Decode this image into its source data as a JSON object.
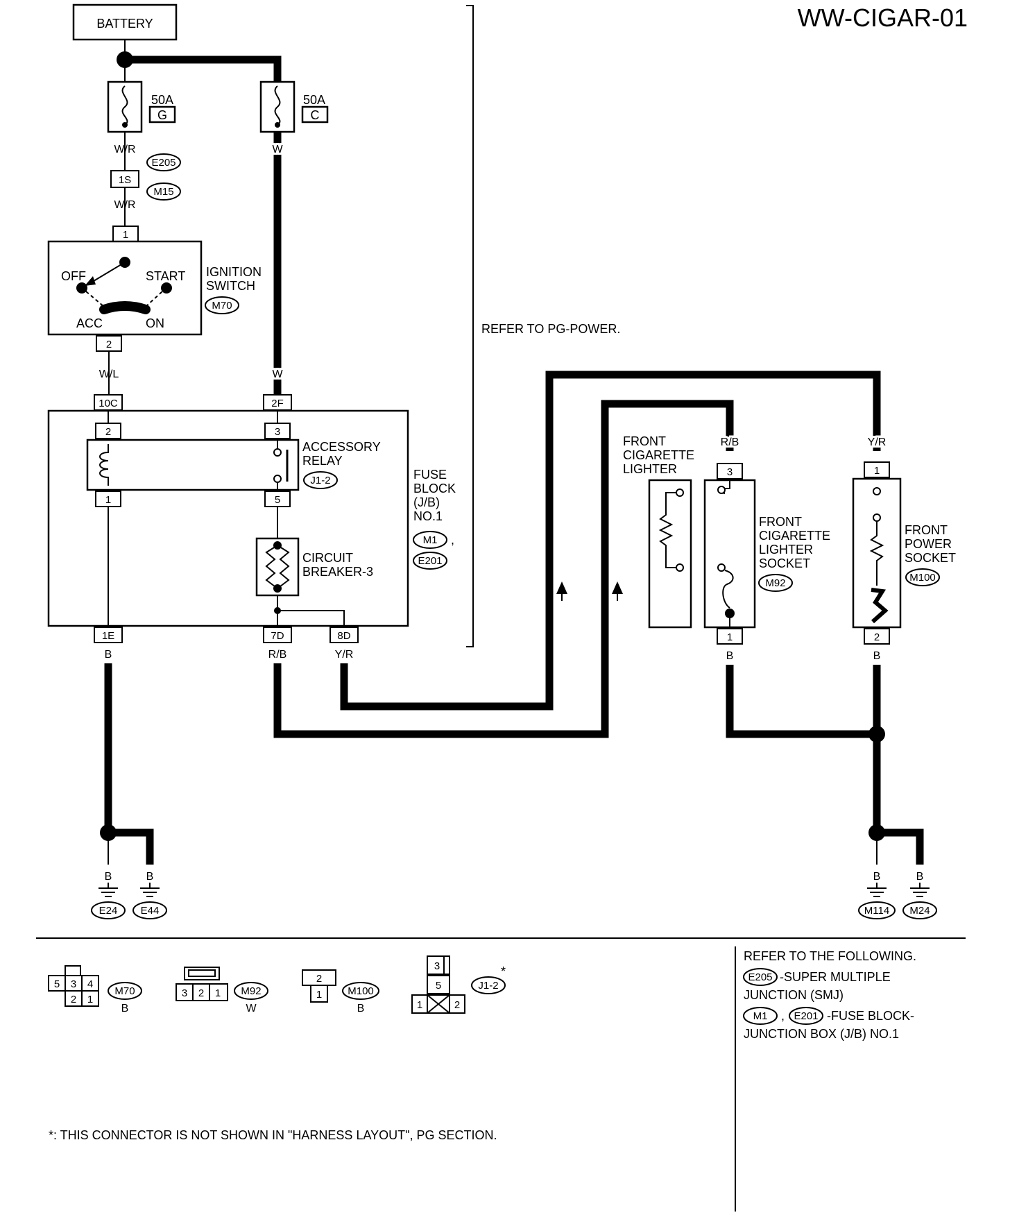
{
  "title": "WW-CIGAR-01",
  "battery": "BATTERY",
  "fuses": [
    {
      "rating": "50A",
      "letter": "G"
    },
    {
      "rating": "50A",
      "letter": "C"
    }
  ],
  "wires": {
    "wr_top": "W/R",
    "wr_bottom": "W/R",
    "w_top": "W",
    "w_mid": "W",
    "wl": "W/L",
    "b_left": "B",
    "rb": "R/B",
    "yr": "Y/R",
    "rb_top": "R/B",
    "yr_top": "Y/R",
    "b_socket": "B",
    "b_power": "B",
    "b_e24": "B",
    "b_e44": "B",
    "b_m114": "B",
    "b_m24": "B"
  },
  "connectors": {
    "c1s": "1S",
    "e205": "E205",
    "m15": "M15",
    "ign_pin1": "1",
    "ign_pin2": "2",
    "c10c": "10C",
    "c2f": "2F",
    "relay_pin2": "2",
    "relay_pin3": "3",
    "relay_pin1": "1",
    "relay_pin5": "5",
    "c1e": "1E",
    "c7d": "7D",
    "c8d": "8D",
    "sock_pin3": "3",
    "sock_pin1": "1",
    "pow_pin1": "1",
    "pow_pin2": "2"
  },
  "ignition": {
    "off": "OFF",
    "start": "START",
    "acc": "ACC",
    "on": "ON",
    "label_1": "IGNITION",
    "label_2": "SWITCH",
    "id": "M70"
  },
  "relay": {
    "label_1": "ACCESSORY",
    "label_2": "RELAY",
    "id": "J1-2"
  },
  "breaker": {
    "label_1": "CIRCUIT",
    "label_2": "BREAKER-3"
  },
  "fuse_block": {
    "line1": "FUSE",
    "line2": "BLOCK",
    "line3": "(J/B)",
    "line4": "NO.1",
    "id1": "M1",
    "sep": ",",
    "id2": "E201"
  },
  "refer_pg": "REFER TO PG-POWER.",
  "lighter": {
    "line1": "FRONT",
    "line2": "CIGARETTE",
    "line3": "LIGHTER"
  },
  "lighter_socket": {
    "line1": "FRONT",
    "line2": "CIGARETTE",
    "line3": "LIGHTER",
    "line4": "SOCKET",
    "id": "M92"
  },
  "power_socket": {
    "line1": "FRONT",
    "line2": "POWER",
    "line3": "SOCKET",
    "id": "M100"
  },
  "grounds": [
    "E24",
    "E44",
    "M114",
    "M24"
  ],
  "legend_connectors": [
    {
      "id": "M70",
      "color": "B",
      "pins_top": [
        "5",
        "3",
        "4"
      ],
      "pins_bottom": [
        "2",
        "1"
      ]
    },
    {
      "id": "M92",
      "color": "W",
      "pins": [
        "3",
        "2",
        "1"
      ]
    },
    {
      "id": "M100",
      "color": "B",
      "pins_top": [
        "2"
      ],
      "pins_bottom": [
        "1"
      ]
    },
    {
      "id": "J1-2",
      "star": "*",
      "pins": [
        "3",
        "5",
        "1",
        "2"
      ]
    }
  ],
  "refer_box": {
    "heading": "REFER TO THE FOLLOWING.",
    "e205_id": "E205",
    "e205_text_1": "-SUPER MULTIPLE",
    "e205_text_2": "JUNCTION (SMJ)",
    "m1_id": "M1",
    "sep": ",",
    "e201_id": "E201",
    "fb_text_1": "-FUSE BLOCK-",
    "fb_text_2": "JUNCTION BOX (J/B) NO.1"
  },
  "footnote": "*: THIS CONNECTOR IS NOT SHOWN IN \"HARNESS LAYOUT\", PG SECTION."
}
